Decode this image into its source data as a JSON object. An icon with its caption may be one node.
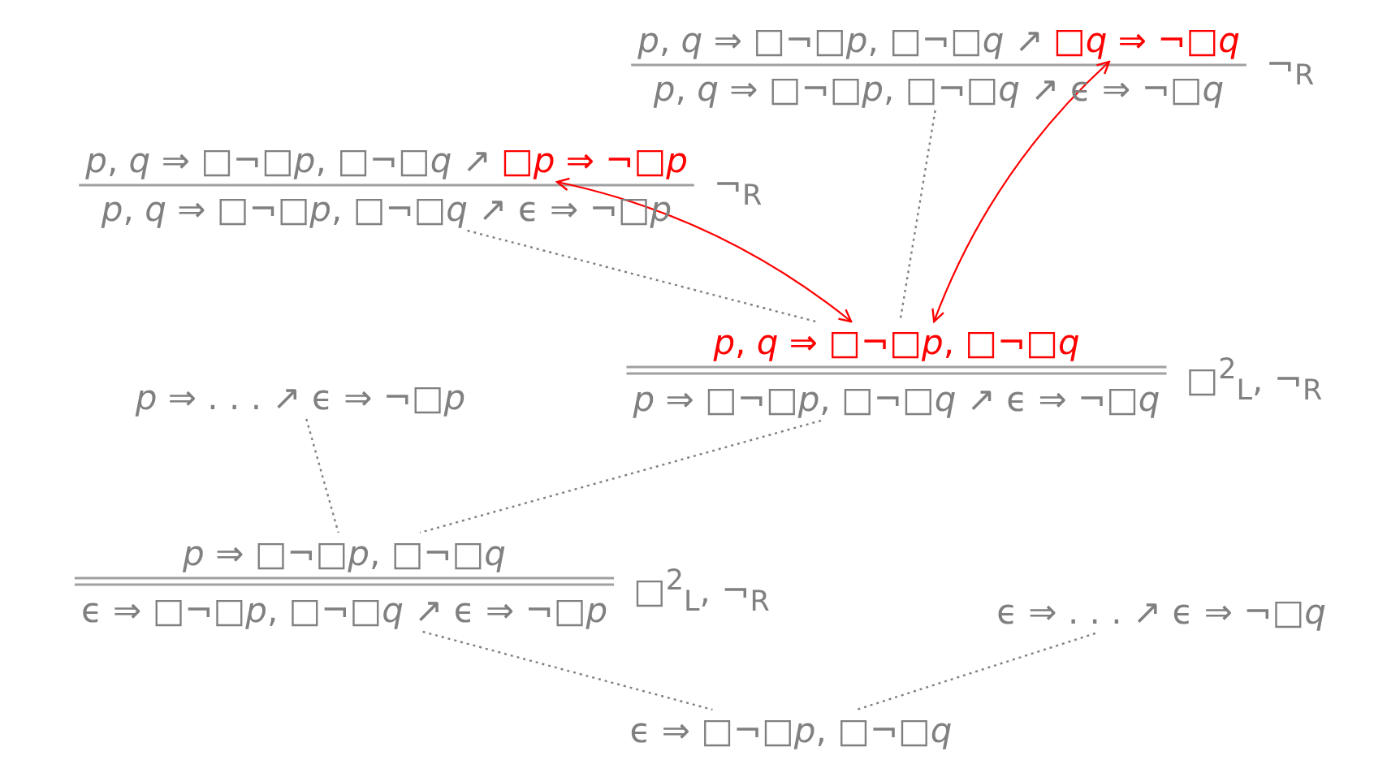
{
  "diagram": {
    "nodes": [
      {
        "text": [
          "*p*, *q* ⇒ □¬□*p*, □¬□*q* ↗"
        ]
      },
      {
        "text": [
          "□*q* ⇒ ¬□*q*"
        ]
      },
      {
        "text": [
          "*p*, *q* ⇒ □¬□*p*, □¬□*q* ↗ ϵ ⇒ ¬□*q*"
        ]
      },
      {
        "text": [
          "*p*, *q* ⇒ □¬□*p*, □¬□*q* ↗"
        ]
      },
      {
        "text": [
          "□*p* ⇒ ¬□*p*"
        ]
      },
      {
        "text": [
          "*p*, *q* ⇒ □¬□*p*, □¬□*q* ↗ ϵ ⇒ ¬□*p*"
        ]
      },
      {
        "text": [
          "*p*, *q* ⇒ □¬□*p*, □¬□*q*"
        ]
      },
      {
        "text": [
          "*p* ⇒ . . . ↗ ϵ ⇒ ¬□*p*"
        ]
      },
      {
        "text": [
          "*p* ⇒ □¬□*p*, □¬□*q* ↗ ϵ ⇒ ¬□*q*"
        ]
      },
      {
        "text": [
          "*p* ⇒ □¬□*p*, □¬□*q*"
        ]
      },
      {
        "text": [
          "ϵ ⇒ □¬□*p*, □¬□*q* ↗ ϵ ⇒ ¬□*p*"
        ]
      },
      {
        "text": [
          "ϵ ⇒ . . . ↗ ϵ ⇒ ¬□*q*"
        ]
      },
      {
        "text": [
          "ϵ ⇒ □¬□*p*, □¬□*q*"
        ]
      }
    ],
    "edges": [
      {
        "from": 5,
        "to": 6,
        "arrow": "none",
        "style": "dashed"
      },
      {
        "from": 2,
        "to": 6,
        "arrow": "none",
        "style": "dashed"
      },
      {
        "from": 6,
        "to": 4,
        "arrow": "both",
        "color": "#ff0000"
      },
      {
        "from": 6,
        "to": 1,
        "arrow": "both",
        "color": "#ff0000"
      },
      {
        "from": 7,
        "to": 9,
        "arrow": "none",
        "style": "dashed"
      },
      {
        "from": 8,
        "to": 9,
        "arrow": "none",
        "style": "dashed"
      },
      {
        "from": 10,
        "to": 12,
        "arrow": "none",
        "style": "dashed"
      },
      {
        "from": 11,
        "to": 12,
        "arrow": "none",
        "style": "dashed"
      }
    ],
    "labels": [
      "¬$_{R}$",
      "¬$_{R}$",
      "□$^{2}$$_{L}$, ¬$_{R}$",
      "□$^{2}$$_{L}$, ¬$_{R}$"
    ]
  }
}
